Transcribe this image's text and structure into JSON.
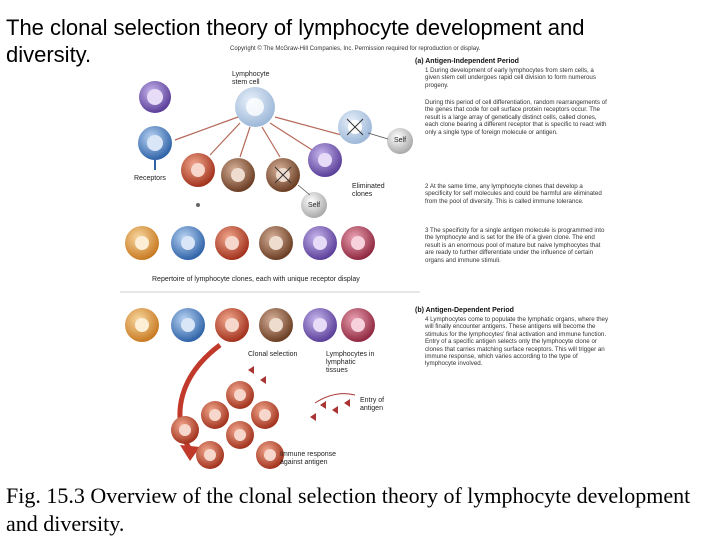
{
  "title": "The clonal selection theory of lymphocyte development and diversity.",
  "copyright": "Copyright © The McGraw-Hill Companies, Inc. Permission required for reproduction or display.",
  "labels": {
    "stem_cell": "Lymphocyte stem cell",
    "receptors": "Receptors",
    "self_top": "Self",
    "self_mid": "Self",
    "eliminated": "Eliminated clones",
    "repertoire": "Repertoire of lymphocyte clones, each with unique receptor display",
    "clonal_selection": "Clonal selection",
    "lymphocytes_tissues": "Lymphocytes in lymphatic tissues",
    "entry_antigen": "Entry of antigen",
    "immune_response": "Immune response against antigen"
  },
  "panels": {
    "a_title": "(a)  Antigen-Independent Period",
    "a1": "1   During development of early lymphocytes from stem cells, a given stem cell undergoes rapid cell division to form numerous progeny.",
    "a1b": "During this period of cell differentiation, random rearrangements of the genes that code for cell surface protein receptors occur. The result is a large array of genetically distinct cells, called clones, each clone bearing a different receptor that is specific to react with only a single type of foreign molecule or antigen.",
    "a2": "2   At the same time, any lymphocyte clones that develop a specificity for self molecules and could be harmful are eliminated from the pool of diversity. This is called immune tolerance.",
    "a3": "3   The specificity for a single antigen molecule is programmed into the lymphocyte and is set for the life of a given clone. The end result is an enormous pool of mature but naive lymphocytes that are ready to further differentiate under the influence of certain organs and immune stimuli.",
    "b_title": "(b)  Antigen-Dependent Period",
    "b4": "4   Lymphocytes come to populate the lymphatic organs, where they will finally encounter antigens. These antigens will become the stimulus for the lymphocytes' final activation and immune function. Entry of a specific antigen selects only the lymphocyte clone or clones that carries matching surface receptors. This will trigger an immune response, which varies according to the type of lymphocyte involved."
  },
  "caption": "Fig. 15.3 Overview of the clonal selection theory of lymphocyte development and diversity.",
  "colors": {
    "purple": "#7b5fb3",
    "blue": "#4f86c6",
    "brown": "#8c5a3c",
    "red": "#c94a34",
    "orange": "#e8a04a",
    "pink": "#b5405a",
    "arrow": "#c0392b"
  }
}
